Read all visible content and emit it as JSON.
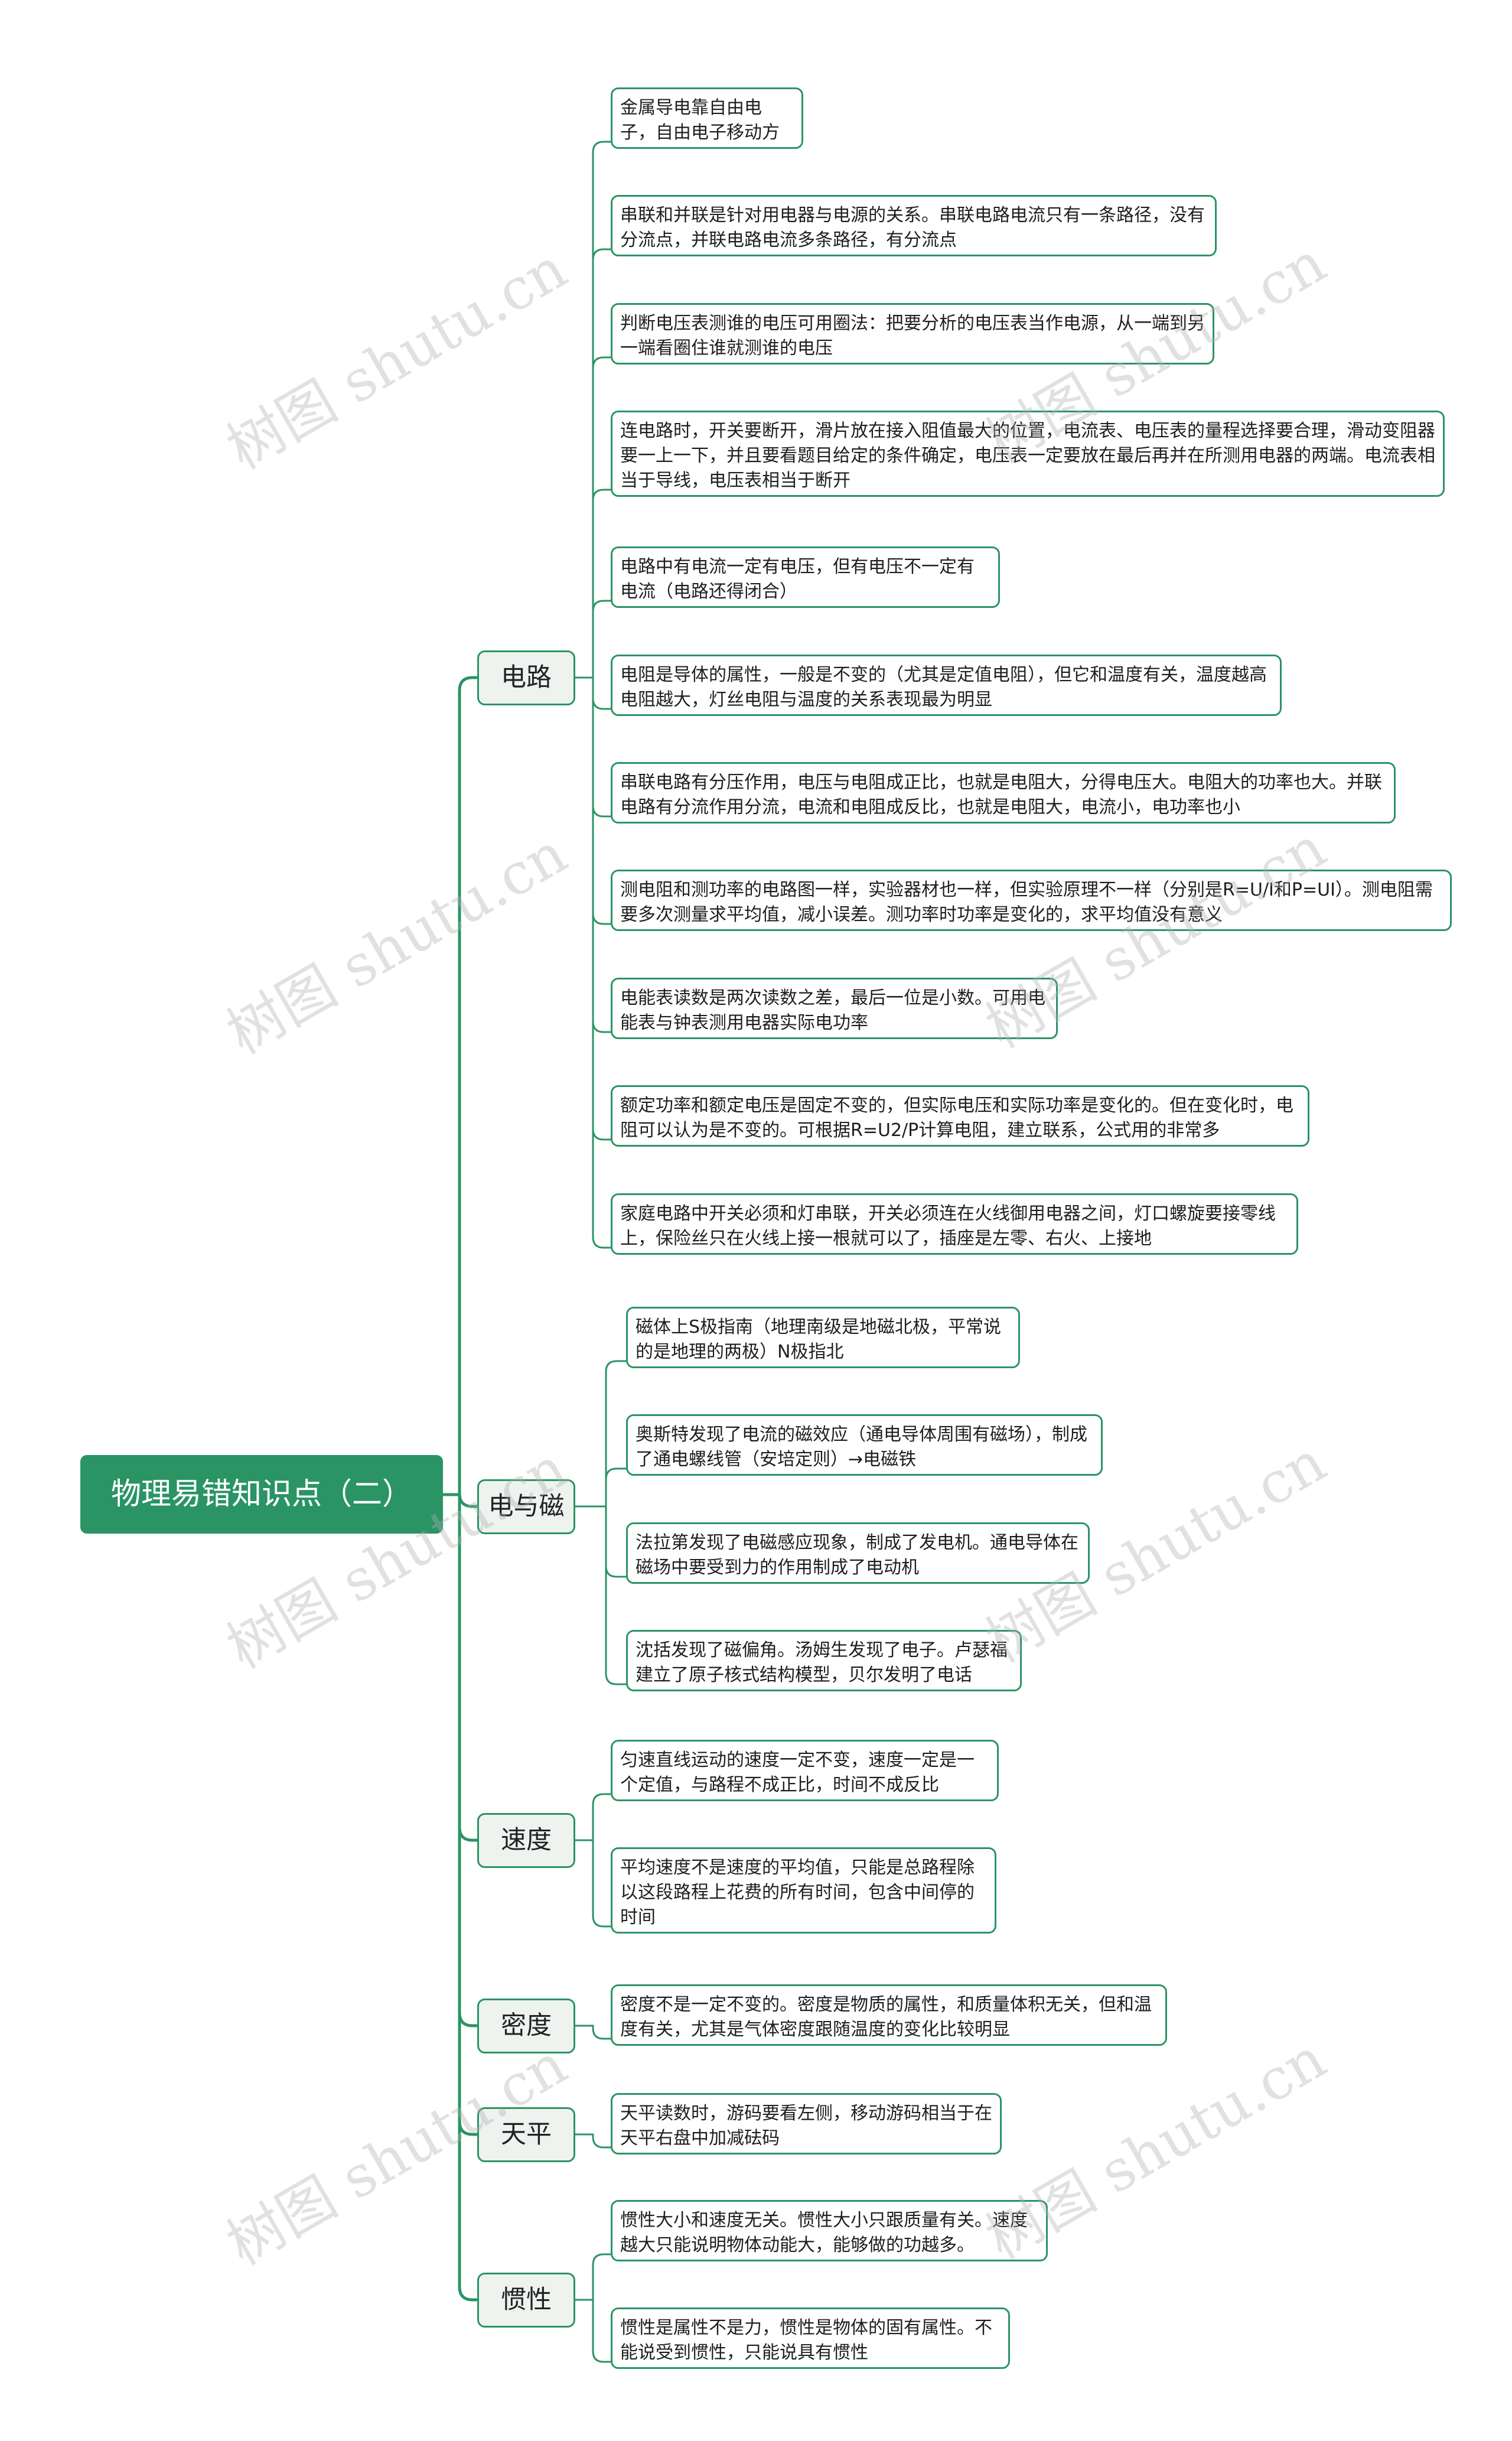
{
  "root": {
    "title": "物理易错知识点（二）"
  },
  "branches": [
    {
      "label": "电路",
      "items": [
        "金属导电靠自由电子，自由电子移动方向和电流方向相反",
        "串联和并联是针对用电器与电源的关系。串联电路电流只有一条路径，没有分流点，并联电路电流多条路径，有分流点",
        "判断电压表测谁的电压可用圈法：把要分析的电压表当作电源，从一端到另一端看圈住谁就测谁的电压",
        "连电路时，开关要断开，滑片放在接入阻值最大的位置，电流表、电压表的量程选择要合理，滑动变阻器要一上一下，并且要看题目给定的条件确定，电压表一定要放在最后再并在所测用电器的两端。电流表相当于导线，电压表相当于断开",
        "电路中有电流一定有电压，但有电压不一定有电流（电路还得闭合）",
        "电阻是导体的属性，一般是不变的（尤其是定值电阻），但它和温度有关，温度越高电阻越大，灯丝电阻与温度的关系表现最为明显",
        "串联电路有分压作用，电压与电阻成正比，也就是电阻大，分得电压大。电阻大的功率也大。并联电路有分流作用分流，电流和电阻成反比，也就是电阻大，电流小，电功率也小",
        "测电阻和测功率的电路图一样，实验器材也一样，但实验原理不一样（分别是R=U/I和P=UI）。测电阻需要多次测量求平均值，减小误差。测功率时功率是变化的，求平均值没有意义",
        "电能表读数是两次读数之差，最后一位是小数。可用电能表与钟表测用电器实际电功率",
        "额定功率和额定电压是固定不变的，但实际电压和实际功率是变化的。但在变化时，电阻可以认为是不变的。可根据R=U2/P计算电阻，建立联系，公式用的非常多",
        "家庭电路中开关必须和灯串联，开关必须连在火线御用电器之间，灯口螺旋要接零线上，保险丝只在火线上接一根就可以了，插座是左零、右火、上接地"
      ]
    },
    {
      "label": "电与磁",
      "items": [
        "磁体上S极指南（地理南级是地磁北极，平常说的是地理的两极）N极指北",
        "奥斯特发现了电流的磁效应（通电导体周围有磁场），制成了通电螺线管（安培定则）→电磁铁",
        "法拉第发现了电磁感应现象，制成了发电机。通电导体在磁场中要受到力的作用制成了电动机",
        "沈括发现了磁偏角。汤姆生发现了电子。卢瑟福建立了原子核式结构模型，贝尔发明了电话"
      ]
    },
    {
      "label": "速度",
      "items": [
        "匀速直线运动的速度一定不变，速度一定是一个定值，与路程不成正比，时间不成反比",
        "平均速度不是速度的平均值，只能是总路程除以这段路程上花费的所有时间，包含中间停的时间"
      ]
    },
    {
      "label": "密度",
      "items": [
        "密度不是一定不变的。密度是物质的属性，和质量体积无关，但和温度有关，尤其是气体密度跟随温度的变化比较明显"
      ]
    },
    {
      "label": "天平",
      "items": [
        "天平读数时，游码要看左侧，移动游码相当于在天平右盘中加减砝码"
      ]
    },
    {
      "label": "惯性",
      "items": [
        "惯性大小和速度无关。惯性大小只跟质量有关。速度越大只能说明物体动能大，能够做的功越多。",
        "惯性是属性不是力，惯性是物体的固有属性。不能说受到惯性，只能说具有惯性"
      ]
    }
  ],
  "watermark": {
    "text": "树图 shutu.cn"
  },
  "colors": {
    "accent": "#2a9464",
    "branch_fill": "#eef3ef",
    "text": "#1e1e1e"
  }
}
